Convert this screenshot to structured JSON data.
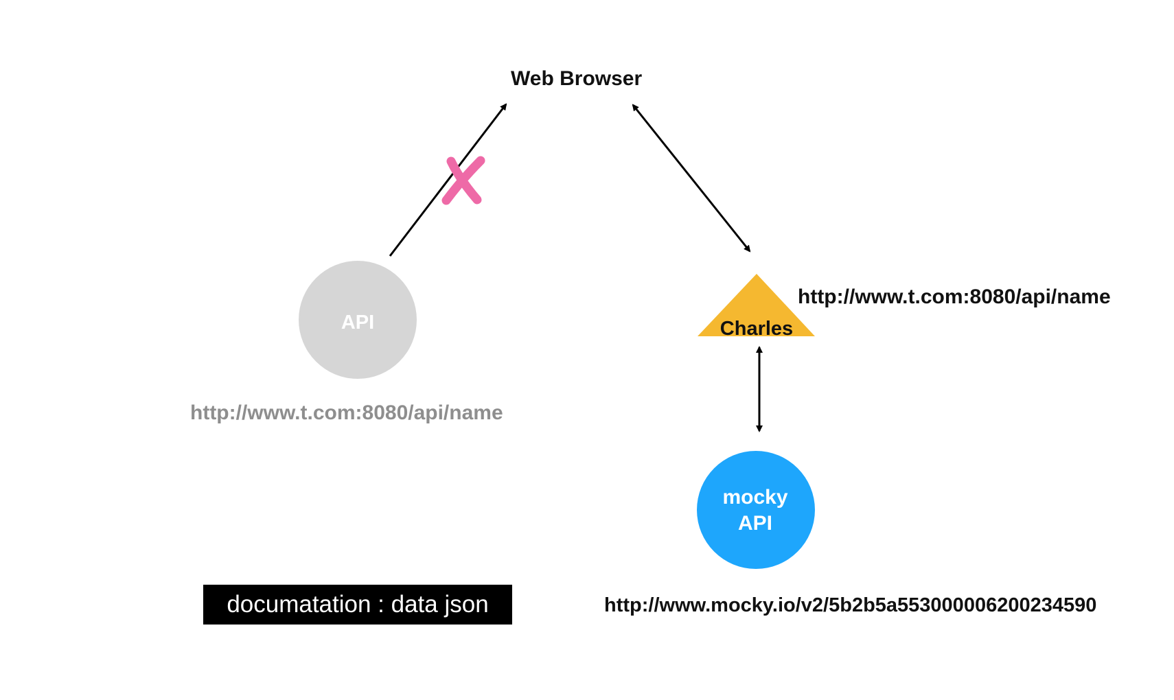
{
  "diagram": {
    "title": "Web Browser",
    "api_node": {
      "label": "API",
      "url": "http://www.t.com:8080/api/name",
      "color": "#d6d6d6"
    },
    "charles_node": {
      "label": "Charles",
      "url": "http://www.t.com:8080/api/name",
      "color": "#f5b830"
    },
    "mocky_node": {
      "label_line1": "mocky",
      "label_line2": "API",
      "url": "http://www.mocky.io/v2/5b2b5a553000006200234590",
      "color": "#1ea6fc"
    },
    "documentation_label": "documatation : data json",
    "blocked_mark": {
      "icon": "cross-icon",
      "color": "#ee6aa7"
    }
  }
}
